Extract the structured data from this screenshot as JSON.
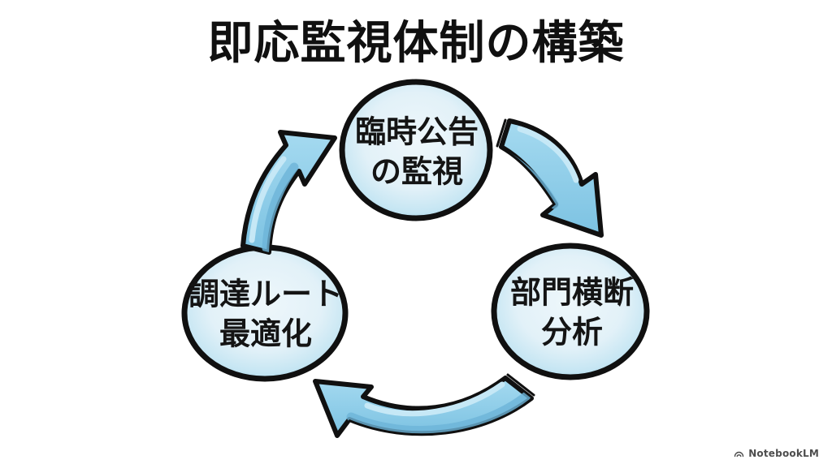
{
  "title": "即応監視体制の構築",
  "diagram": {
    "type": "cycle",
    "direction": "clockwise",
    "nodes": [
      {
        "id": "temporary-announcement-monitoring",
        "line1": "臨時公告",
        "line2": "の監視"
      },
      {
        "id": "cross-department-analysis",
        "line1": "部門横断",
        "line2": "分析"
      },
      {
        "id": "procurement-route-optimization",
        "line1": "調達ルート",
        "line2": "最適化"
      }
    ],
    "arrows": [
      {
        "from": "臨時公告の監視",
        "to": "部門横断分析"
      },
      {
        "from": "部門横断分析",
        "to": "調達ルート最適化"
      },
      {
        "from": "調達ルート最適化",
        "to": "臨時公告の監視"
      }
    ]
  },
  "colors": {
    "background": "#ffffff",
    "outline": "#101010",
    "bubble_center": "#eef7fb",
    "bubble_edge": "#9cd2ea",
    "arrow_fill": "#8ecdea",
    "arrow_highlight": "#c6e8f6",
    "arrow_shade": "#6db4d8",
    "text": "#141414",
    "watermark_text": "#4d4d4d"
  },
  "watermark": {
    "icon": "notebooklm-logo",
    "label": "NotebookLM"
  }
}
